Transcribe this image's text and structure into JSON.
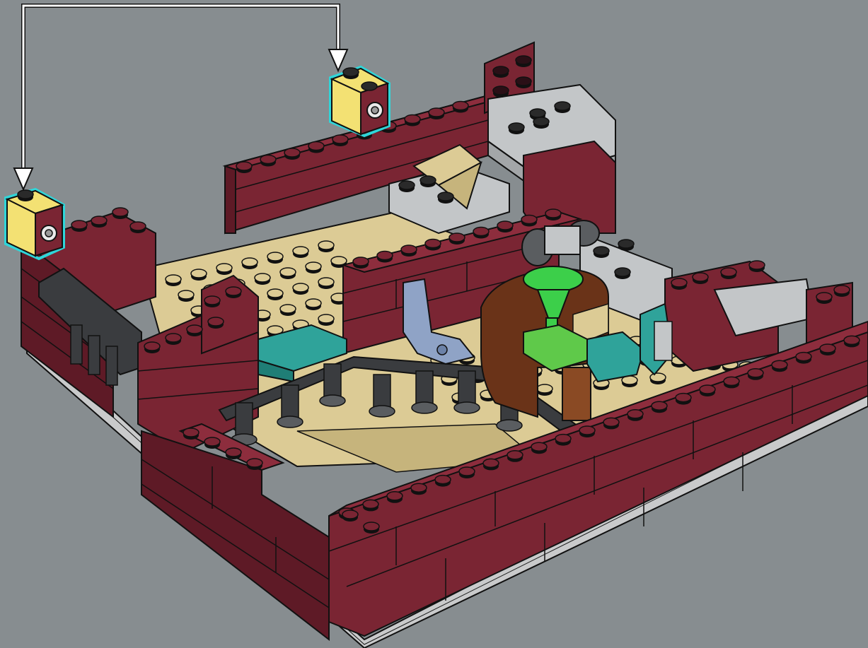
{
  "page": {
    "background": "#878d90"
  },
  "scene": {
    "subject": "brick-model-instruction-step",
    "colors": {
      "dark_red": "#7a2533",
      "dark_red_shade": "#5e1a26",
      "dark_red_top": "#8d2d3d",
      "tan": "#dccb95",
      "tan_shade": "#c6b47c",
      "dark_gray": "#5a5d60",
      "black_gray": "#3a3c3f",
      "light_gray": "#c3c6c8",
      "light_gray_shade": "#a3a6a8",
      "white_base": "#d9dadb",
      "teal": "#2fa39a",
      "teal_shade": "#1f7e76",
      "lime_green": "#5fc94a",
      "bright_green": "#3ccf4a",
      "reddish_brown": "#6a3318",
      "reddish_brown_light": "#8a4a24",
      "sand_blue": "#8fa3c6",
      "highlight_yellow": "#f3e173",
      "highlight_outline": "#2fd6d9",
      "arrow_white": "#ffffff",
      "outline": "#111111"
    },
    "callouts": {
      "new_parts_count": 2,
      "highlighted_part": "yellow-1x1-brick-with-side-hole",
      "arrow_count": 2
    },
    "icons": [
      "placement-arrow-icon",
      "placement-arrow-icon",
      "highlighted-brick-icon",
      "highlighted-brick-icon"
    ]
  }
}
